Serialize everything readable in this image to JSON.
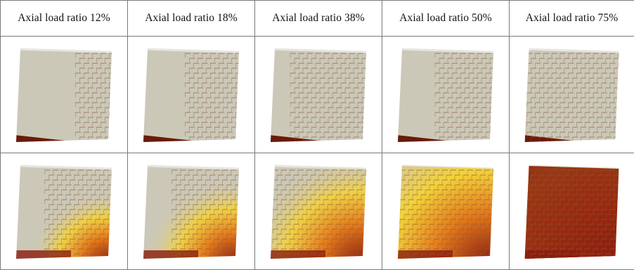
{
  "headers": [
    "Axial load ratio 12%",
    "Axial load ratio 18%",
    "Axial load ratio 38%",
    "Axial load ratio 50%",
    "Axial load ratio 75%"
  ],
  "rows": [
    {
      "row_name": "damage-row",
      "cells": [
        {
          "level": 0.22,
          "crack_extent": 0.35
        },
        {
          "level": 0.3,
          "crack_extent": 0.55
        },
        {
          "level": 0.45,
          "crack_extent": 0.8
        },
        {
          "level": 0.3,
          "crack_extent": 0.6
        },
        {
          "level": 0.15,
          "crack_extent": 1.0
        }
      ]
    },
    {
      "row_name": "stress-row",
      "cells": [
        {
          "level": 0.25
        },
        {
          "level": 0.35
        },
        {
          "level": 0.55
        },
        {
          "level": 0.8
        },
        {
          "level": 1.0
        }
      ]
    }
  ],
  "colors": {
    "panel": "#cbc8b8",
    "panel_top": "#e6e6e0",
    "damage": "#6a1a08",
    "stress_low": "#f2d23a",
    "stress_mid": "#e3791b",
    "stress_high": "#8a1c0e",
    "brick_line": "#8c5a3a",
    "grid_border": "#7a7a7a"
  }
}
